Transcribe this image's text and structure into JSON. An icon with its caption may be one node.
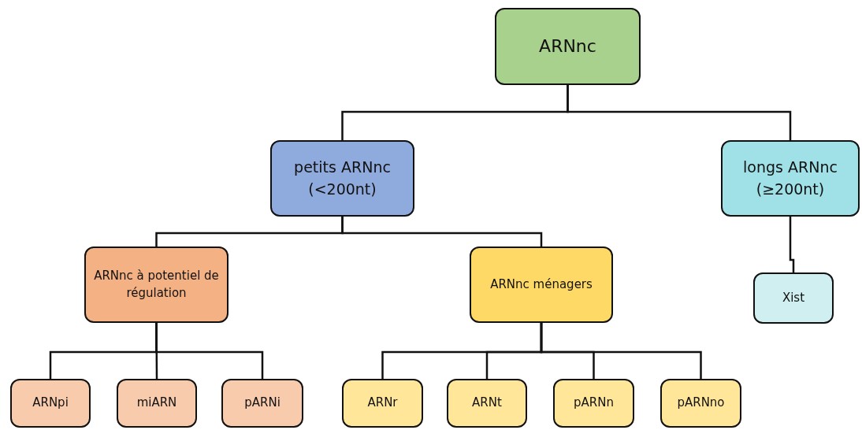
{
  "diagram": {
    "nodes": [
      {
        "text": [
          "ARNnc"
        ]
      },
      {
        "text": [
          "petits ARNnc (<200nt)"
        ]
      },
      {
        "text": [
          "longs ARNnc (≥200nt)"
        ]
      },
      {
        "text": [
          "ARNnc à potentiel de régulation"
        ]
      },
      {
        "text": [
          "ARNnc ménagers"
        ]
      },
      {
        "text": [
          "Xist"
        ]
      },
      {
        "text": [
          "ARNpi"
        ]
      },
      {
        "text": [
          "miARN"
        ]
      },
      {
        "text": [
          "pARNi"
        ]
      },
      {
        "text": [
          "ARNr"
        ]
      },
      {
        "text": [
          "ARNt"
        ]
      },
      {
        "text": [
          "pARNn"
        ]
      },
      {
        "text": [
          "pARNno"
        ]
      }
    ],
    "edges": [
      {
        "from": 0,
        "to": 1,
        "arrow": "none"
      },
      {
        "from": 0,
        "to": 2,
        "arrow": "none"
      },
      {
        "from": 1,
        "to": 3,
        "arrow": "none"
      },
      {
        "from": 1,
        "to": 4,
        "arrow": "none"
      },
      {
        "from": 2,
        "to": 5,
        "arrow": "none"
      },
      {
        "from": 3,
        "to": 6,
        "arrow": "none"
      },
      {
        "from": 3,
        "to": 7,
        "arrow": "none"
      },
      {
        "from": 3,
        "to": 8,
        "arrow": "none"
      },
      {
        "from": 4,
        "to": 9,
        "arrow": "none"
      },
      {
        "from": 4,
        "to": 10,
        "arrow": "none"
      },
      {
        "from": 4,
        "to": 11,
        "arrow": "none"
      },
      {
        "from": 4,
        "to": 12,
        "arrow": "none"
      }
    ]
  }
}
